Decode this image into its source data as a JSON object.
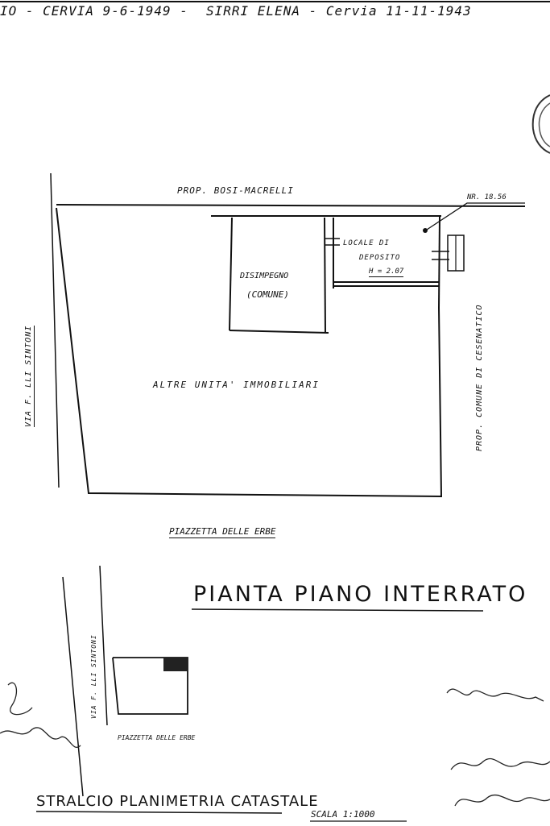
{
  "header": {
    "left_text": "IO - CERVIA 9-6-1949 -",
    "right_text": "SIRRI ELENA - Cervia 11-11-1943"
  },
  "plan": {
    "north_owner": "PROP. BOSI-MACRELLI",
    "height_tag": "NR. 18.56",
    "storage_line1": "LOCALE DI",
    "storage_line2": "DEPOSITO",
    "storage_height": "H = 2.07",
    "hall_line1": "DISIMPEGNO",
    "hall_line2": "(COMUNE)",
    "other_units": "ALTRE UNITA' IMMOBILIARI",
    "street_west": "VIA F. LLI SINTONI",
    "east_owner": "PROP. COMUNE DI CESENATICO",
    "square_south": "PIAZZETTA DELLE ERBE"
  },
  "plan_title": "PIANTA PIANO INTERRATO",
  "site": {
    "street": "VIA F. LLI SINTONI",
    "square": "PIAZZETTA DELLE ERBE"
  },
  "footer": {
    "title": "STRALCIO PLANIMETRIA CATASTALE",
    "scale": "SCALA 1:1000"
  },
  "colors": {
    "ink": "#111111",
    "paper": "#ffffff"
  }
}
